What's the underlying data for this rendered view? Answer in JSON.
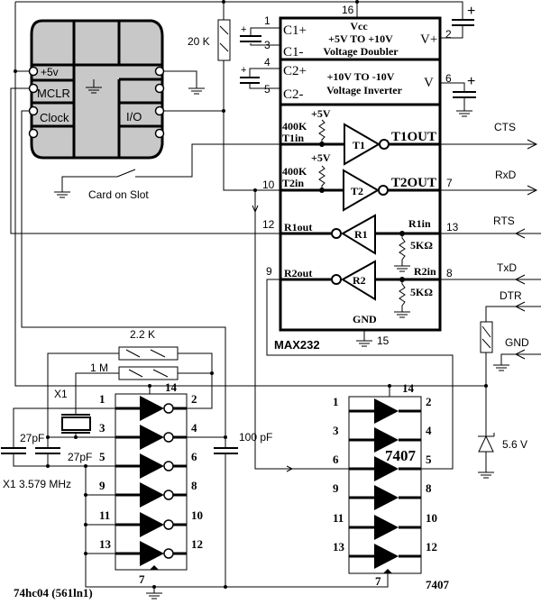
{
  "smartcard": {
    "contacts": {
      "vcc": "+5v",
      "mclr": "MCLR",
      "clock": "Clock",
      "io": "I/O"
    },
    "switch_label": "Card on Slot",
    "fill_color": "#c8c8c8"
  },
  "resistors": {
    "r_pullup": "20 K",
    "r_22k": "2.2 K",
    "r_1m": "1 M"
  },
  "crystal": {
    "ref": "X1",
    "spec": "X1 3.579 MHz"
  },
  "capacitors": {
    "c1": "27pF",
    "c2": "27pF",
    "c3": "100 pF"
  },
  "max232": {
    "name": "MAX232",
    "vcc": "Vcc",
    "doubler_range": "+5V TO +10V",
    "doubler": "Voltage Doubler",
    "inverter_range": "+10V TO -10V",
    "inverter": "Voltage Inverter",
    "c1p": "C1+",
    "c1m": "C1-",
    "c2p": "C2+",
    "c2m": "C2-",
    "vplus": "V+",
    "vminus": "V",
    "gnd": "GND",
    "t1in_r": "400K",
    "t1in": "T1in",
    "t2in_r": "400K",
    "t2in": "T2in",
    "pullup1": "+5V",
    "pullup2": "+5V",
    "t1": "T1",
    "t2": "T2",
    "t1out": "T1OUT",
    "t2out": "T2OUT",
    "r1": "R1",
    "r2": "R2",
    "r1out": "R1out",
    "r2out": "R2out",
    "r1in": "R1in",
    "r2in": "R2in",
    "r1_res": "5KΩ",
    "r2_res": "5KΩ",
    "pins": {
      "p1": "1",
      "p2": "2",
      "p3": "3",
      "p4": "4",
      "p5": "5",
      "p6": "6",
      "p7": "7",
      "p8": "8",
      "p9": "9",
      "p10": "10",
      "p12": "12",
      "p13": "13",
      "p15": "15",
      "p16": "16"
    }
  },
  "rs232": {
    "cts": "CTS",
    "rxd": "RxD",
    "rts": "RTS",
    "txd": "TxD",
    "dtr": "DTR",
    "gnd": "GND"
  },
  "zener": "5.6 V",
  "hc04": {
    "name": "74hc04 (561ln1)",
    "vcc_pin": "14",
    "gnd_pin": "7",
    "inputs": [
      "1",
      "3",
      "5",
      "9",
      "11",
      "13"
    ],
    "outputs": [
      "2",
      "4",
      "6",
      "8",
      "10",
      "12"
    ]
  },
  "ic7407": {
    "name": "7407",
    "body_label": "7407",
    "vcc_pin": "14",
    "gnd_pin": "7",
    "inputs": [
      "1",
      "3",
      "6",
      "9",
      "11",
      "13"
    ],
    "outputs": [
      "2",
      "4",
      "5",
      "8",
      "10",
      "12"
    ]
  }
}
